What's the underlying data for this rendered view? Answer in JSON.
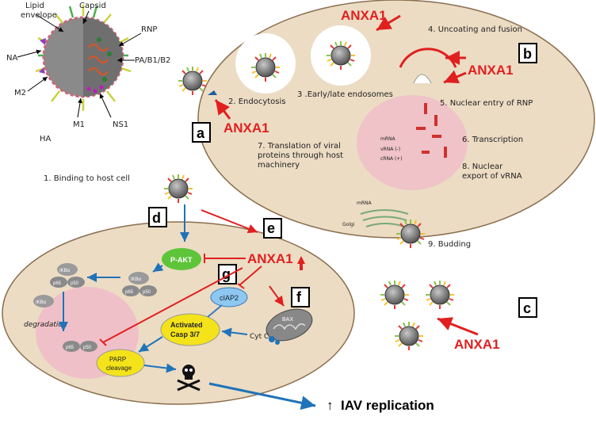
{
  "virion_labels": {
    "lipid_envelope": "Lipid\nenvelope",
    "capsid": "Capsid",
    "rnp": "RNP",
    "pa_pb": "PA/B1/B2",
    "na": "NA",
    "m2": "M2",
    "ha": "HA",
    "m1": "M1",
    "ns1": "NS1"
  },
  "steps": {
    "s1": "1. Binding to host cell",
    "s2": "2. Endocytosis",
    "s3": "3 .Early/late endosomes",
    "s4": "4. Uncoating and fusion",
    "s5": "5. Nuclear entry of RNP",
    "s6": "6. Transcription",
    "s7a": "7. Translation of viral",
    "s7b": "proteins through host",
    "s7c": "machinery",
    "s8a": "8. Nuclear",
    "s8b": "export of vRNA",
    "s9": "9. Budding"
  },
  "nucleus_labels": {
    "mrna": "mRNA",
    "vrna": "vRNA (-)",
    "crna": "cRNA (+)",
    "mrna2": "mRNA",
    "golgi": "Golgi"
  },
  "anxa1": {
    "top": "ANXA1",
    "a": "ANXA1",
    "b": "ANXA1",
    "c": "ANXA1",
    "center": "ANXA1"
  },
  "box_letters": {
    "a": "a",
    "b": "b",
    "c": "c",
    "d": "d",
    "e": "e",
    "f": "f",
    "g": "g"
  },
  "signaling": {
    "p_akt": "P-AKT",
    "ciap2": "cIAP2",
    "activated_casp_a": "Activated",
    "activated_casp_b": "Casp 3/7",
    "parp_a": "PARP",
    "parp_b": "cleavage",
    "cytc": "Cyt C",
    "bax": "BAX",
    "ikba": "IKBα",
    "p65": "p65",
    "p50": "p50",
    "degradation": "degradation"
  },
  "outcome": {
    "arrow_glyph": "↑",
    "text": "IAV replication"
  },
  "colors": {
    "cell": "#ecdcc4",
    "cell_stroke": "#8a6f4f",
    "nucleus": "#f0c0c8",
    "red": "#e0201f",
    "blue": "#1f73b8",
    "green": "#5ec43a",
    "yellow": "#f4e31a",
    "light_blue": "#8ec7f0"
  }
}
